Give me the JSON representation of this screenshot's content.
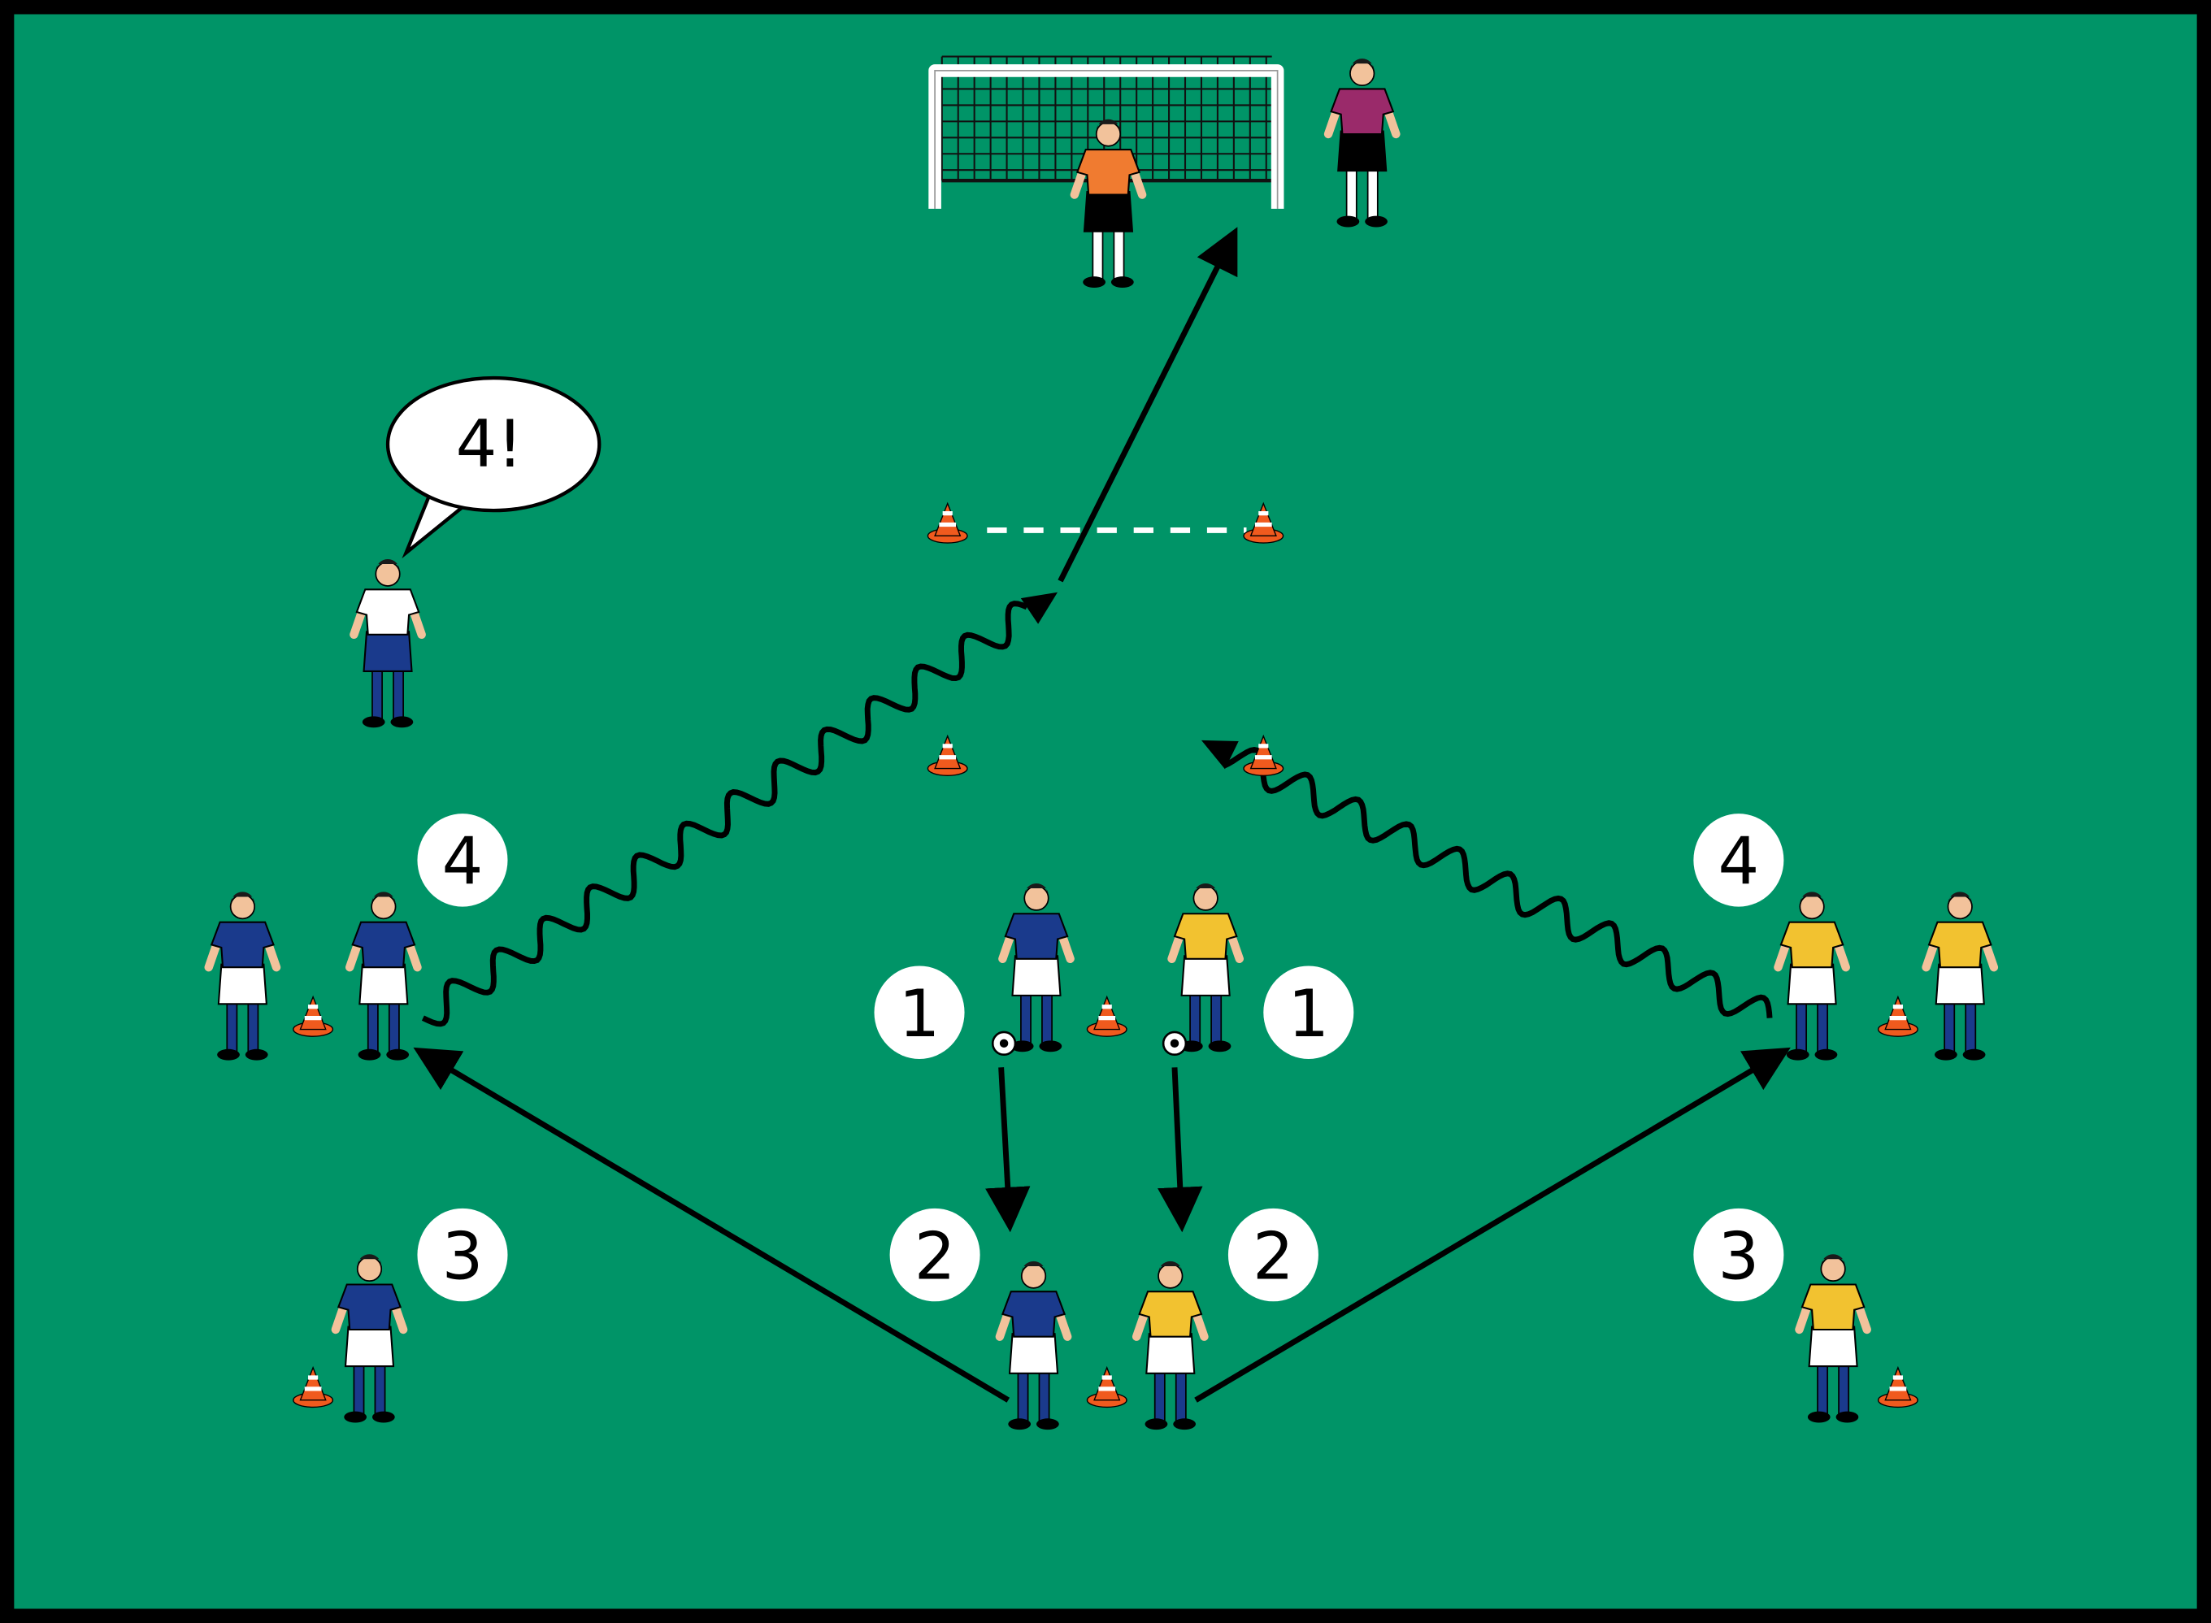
{
  "speech_bubble": {
    "text": "4!"
  },
  "markers": [
    {
      "id": "4-left",
      "label": "4"
    },
    {
      "id": "4-right",
      "label": "4"
    },
    {
      "id": "1-left",
      "label": "1"
    },
    {
      "id": "1-right",
      "label": "1"
    },
    {
      "id": "2-left",
      "label": "2"
    },
    {
      "id": "2-right",
      "label": "2"
    },
    {
      "id": "3-left",
      "label": "3"
    },
    {
      "id": "3-right",
      "label": "3"
    }
  ],
  "colors": {
    "pitch": "#009467",
    "frame": "#000000",
    "team_blue": "#1a3a8c",
    "team_yellow": "#f2c230",
    "keeper_orange": "#f07b30",
    "keeper_purple": "#9a2a6a",
    "coach_shirt": "#ffffff",
    "cone": "#f05a1e",
    "skin": "#f2c29b"
  }
}
